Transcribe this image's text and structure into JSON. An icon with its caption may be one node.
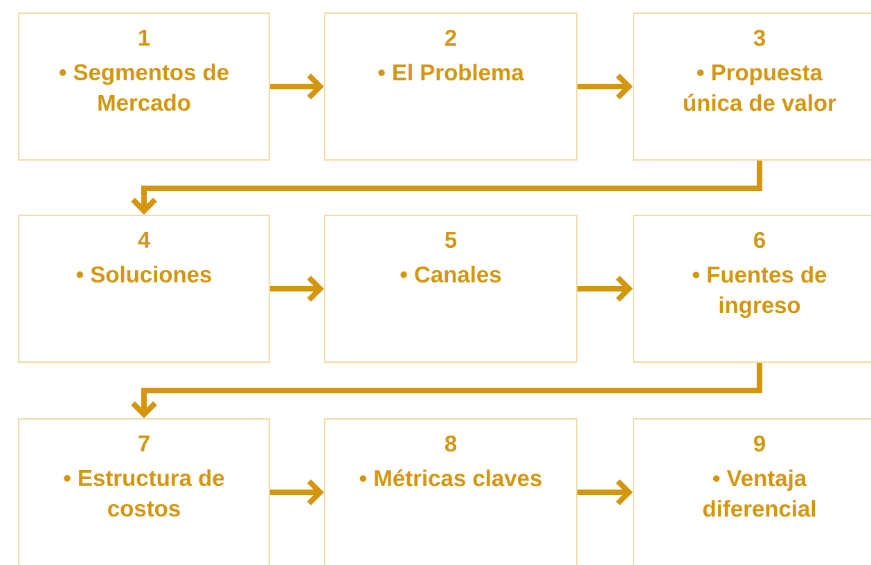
{
  "diagram": {
    "nodes": [
      {
        "text": [
          "1",
          "• Segmentos de Mercado"
        ]
      },
      {
        "text": [
          "2",
          "• El Problema"
        ]
      },
      {
        "text": [
          "3",
          "• Propuesta única de valor"
        ]
      },
      {
        "text": [
          "4",
          "• Soluciones"
        ]
      },
      {
        "text": [
          "5",
          "• Canales"
        ]
      },
      {
        "text": [
          "6",
          "• Fuentes de ingreso"
        ]
      },
      {
        "text": [
          "7",
          "• Estructura de costos"
        ]
      },
      {
        "text": [
          "8",
          "• Métricas claves"
        ]
      },
      {
        "text": [
          "9",
          "• Ventaja diferencial"
        ]
      }
    ],
    "edges": [
      {
        "from": 0,
        "to": 1,
        "arrow": "to"
      },
      {
        "from": 1,
        "to": 2,
        "arrow": "to"
      },
      {
        "from": 2,
        "to": 3,
        "arrow": "to"
      },
      {
        "from": 3,
        "to": 4,
        "arrow": "to"
      },
      {
        "from": 4,
        "to": 5,
        "arrow": "to"
      },
      {
        "from": 5,
        "to": 6,
        "arrow": "to"
      },
      {
        "from": 6,
        "to": 7,
        "arrow": "to"
      },
      {
        "from": 7,
        "to": 8,
        "arrow": "to"
      }
    ]
  }
}
